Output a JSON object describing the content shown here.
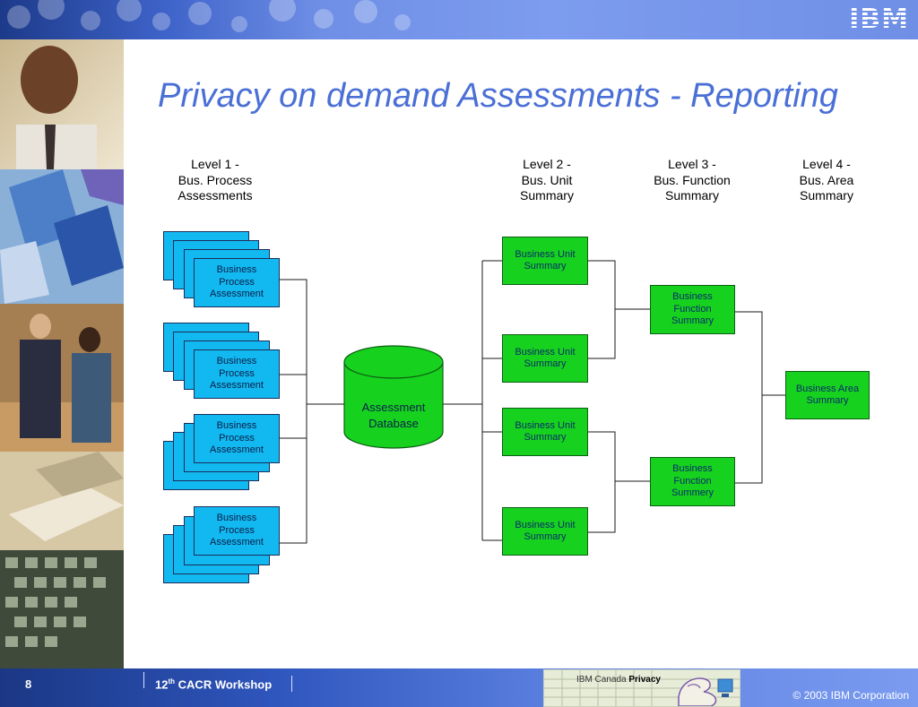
{
  "slide": {
    "title": "Privacy on demand Assessments - Reporting",
    "logo": "IBM"
  },
  "diagram": {
    "headers": {
      "level1": [
        "Level 1 -",
        "Bus. Process",
        "Assessments"
      ],
      "level2": [
        "Level 2 -",
        "Bus. Unit",
        "Summary"
      ],
      "level3": [
        "Level 3 -",
        "Bus. Function",
        "Summary"
      ],
      "level4": [
        "Level 4 -",
        "Bus. Area",
        "Summary"
      ]
    },
    "process_assessments": [
      {
        "lines": [
          "Business",
          "Process",
          "Assessment"
        ]
      },
      {
        "lines": [
          "Business",
          "Process",
          "Assessment"
        ]
      },
      {
        "lines": [
          "Business",
          "Process",
          "Assessment"
        ]
      },
      {
        "lines": [
          "Business",
          "Process",
          "Assessment"
        ]
      }
    ],
    "database": {
      "lines": [
        "Assessment",
        "Database"
      ]
    },
    "business_units": [
      {
        "lines": [
          "Business Unit",
          "Summary"
        ]
      },
      {
        "lines": [
          "Business Unit",
          "Summary"
        ]
      },
      {
        "lines": [
          "Business Unit",
          "Summary"
        ]
      },
      {
        "lines": [
          "Business Unit",
          "Summary"
        ]
      }
    ],
    "business_functions": [
      {
        "lines": [
          "Business",
          "Function",
          "Summary"
        ]
      },
      {
        "lines": [
          "Business",
          "Function",
          "Summery"
        ]
      }
    ],
    "business_area": {
      "lines": [
        "Business Area",
        "Summary"
      ]
    },
    "colors": {
      "process_box": "#12b8f0",
      "summary_box": "#16d21e",
      "connector": "#1a1a1a",
      "title": "#4a6fd6"
    }
  },
  "footer": {
    "page_number": "8",
    "workshop_number": "12",
    "workshop_suffix": "th",
    "workshop_name": "CACR Workshop",
    "privacy_logo_prefix": "IBM Canada",
    "privacy_logo_word": "Privacy",
    "copyright": "© 2003 IBM Corporation"
  }
}
